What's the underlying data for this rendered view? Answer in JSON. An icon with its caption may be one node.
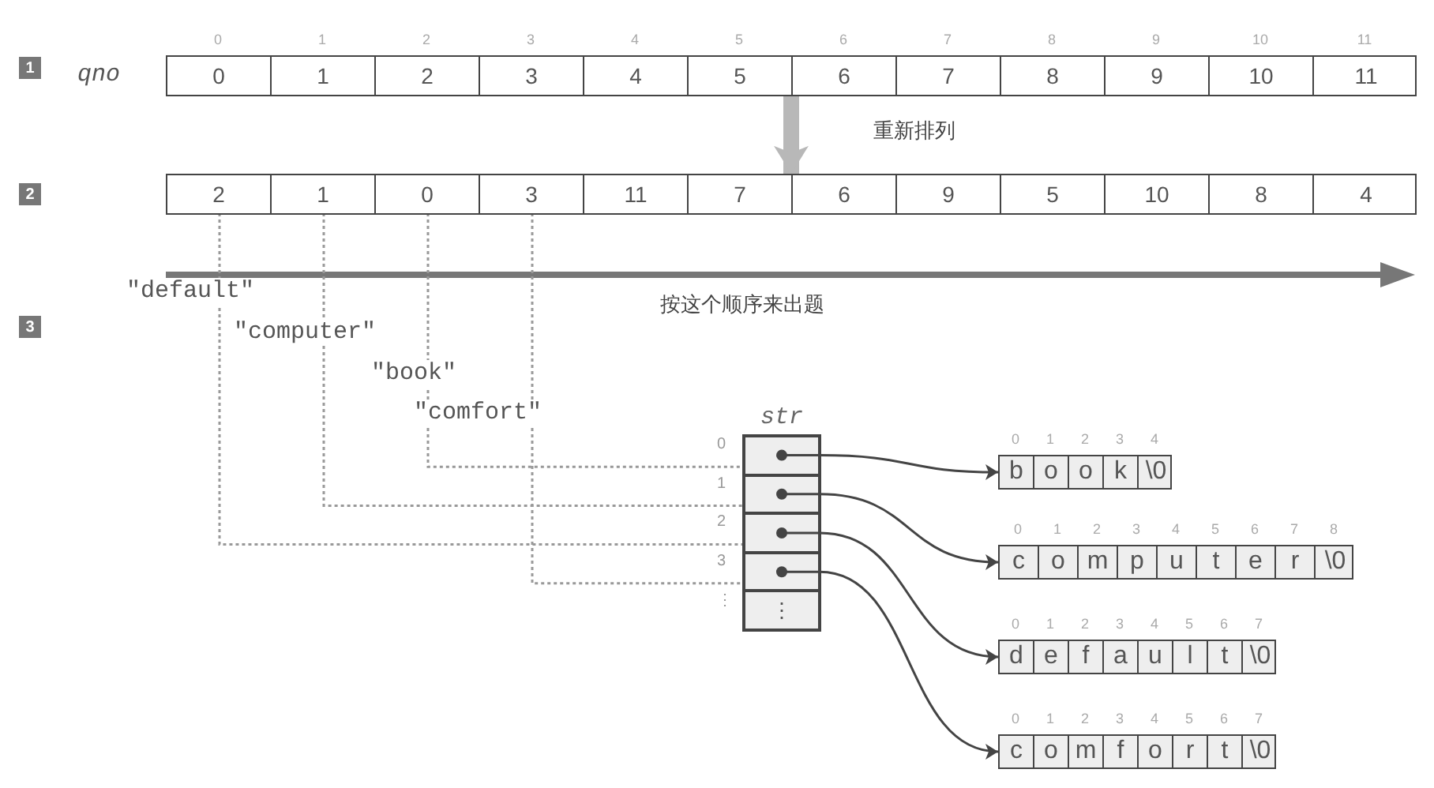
{
  "diagram": {
    "nodes": [
      {
        "text": [
          "0",
          "1",
          "2",
          "3",
          "4",
          "5",
          "6",
          "7",
          "8",
          "9",
          "10",
          "11"
        ],
        "beside": [
          "qno",
          "0",
          "1",
          "2",
          "3",
          "4",
          "5",
          "6",
          "7",
          "8",
          "9",
          "10",
          "11"
        ]
      },
      {
        "text": [],
        "shape": "box"
      },
      {
        "text": [
          "2"
        ],
        "in": 1
      },
      {
        "text": [
          "1"
        ],
        "in": 1
      },
      {
        "text": [
          "0"
        ],
        "in": 1
      },
      {
        "text": [
          "3"
        ],
        "in": 1
      },
      {
        "text": [
          "11"
        ],
        "in": 1
      },
      {
        "text": [
          "7"
        ],
        "in": 1
      },
      {
        "text": [
          "6"
        ],
        "in": 1
      },
      {
        "text": [
          "9"
        ],
        "in": 1
      },
      {
        "text": [
          "5"
        ],
        "in": 1
      },
      {
        "text": [
          "10"
        ],
        "in": 1
      },
      {
        "text": [
          "8"
        ],
        "in": 1
      },
      {
        "text": [
          "4"
        ],
        "in": 1
      },
      {
        "text": [
          "str"
        ]
      },
      {
        "text": [],
        "shape": "box",
        "in": 14,
        "beside": [
          "0"
        ]
      },
      {
        "text": [],
        "shape": "box",
        "in": 14,
        "beside": [
          "1"
        ]
      },
      {
        "text": [],
        "shape": "box",
        "in": 14,
        "beside": [
          "2"
        ]
      },
      {
        "text": [],
        "shape": "box",
        "in": 14,
        "beside": [
          "3"
        ]
      },
      {
        "text": [
          "⋮"
        ],
        "in": 14,
        "beside": [
          "⋮"
        ]
      },
      {
        "text": [
          "b",
          "o",
          "o",
          "k",
          "\\0"
        ],
        "beside": [
          "0",
          "1",
          "2",
          "3",
          "4"
        ]
      },
      {
        "text": [
          "c",
          "o",
          "m",
          "p",
          "u",
          "t",
          "e",
          "r",
          "\\0"
        ],
        "beside": [
          "0",
          "1",
          "2",
          "3",
          "4",
          "5",
          "6",
          "7",
          "8"
        ]
      },
      {
        "text": [
          "d",
          "e",
          "f",
          "a",
          "u",
          "l",
          "t",
          "\\0"
        ],
        "beside": [
          "0",
          "1",
          "2",
          "3",
          "4",
          "5",
          "6",
          "7"
        ]
      },
      {
        "text": [
          "c",
          "o",
          "m",
          "f",
          "o",
          "r",
          "t",
          "\\0"
        ],
        "beside": [
          "0",
          "1",
          "2",
          "3",
          "4",
          "5",
          "6",
          "7"
        ]
      }
    ],
    "edges": [
      {
        "from": 0,
        "to": 1,
        "arrow": "to",
        "label": "重新排列",
        "style": "thick",
        "color": "#b8b8b8"
      },
      {
        "from": 2,
        "to": 17,
        "arrow": "none",
        "label": "\"default\"",
        "style": "dashed",
        "color": "#999999"
      },
      {
        "from": 3,
        "to": 16,
        "arrow": "none",
        "label": "\"computer\"",
        "style": "dashed",
        "color": "#999999"
      },
      {
        "from": 4,
        "to": 15,
        "arrow": "none",
        "label": "\"book\"",
        "style": "dashed",
        "color": "#999999"
      },
      {
        "from": 5,
        "to": 18,
        "arrow": "none",
        "label": "\"comfort\"",
        "style": "dashed",
        "color": "#999999"
      },
      {
        "from": 15,
        "to": 20,
        "arrow": "to"
      },
      {
        "from": 16,
        "to": 21,
        "arrow": "to"
      },
      {
        "from": 17,
        "to": 22,
        "arrow": "to"
      },
      {
        "from": 18,
        "to": 23,
        "arrow": "to"
      }
    ],
    "labels": [
      "1",
      "2",
      "3",
      "按这个顺序来出题"
    ]
  }
}
